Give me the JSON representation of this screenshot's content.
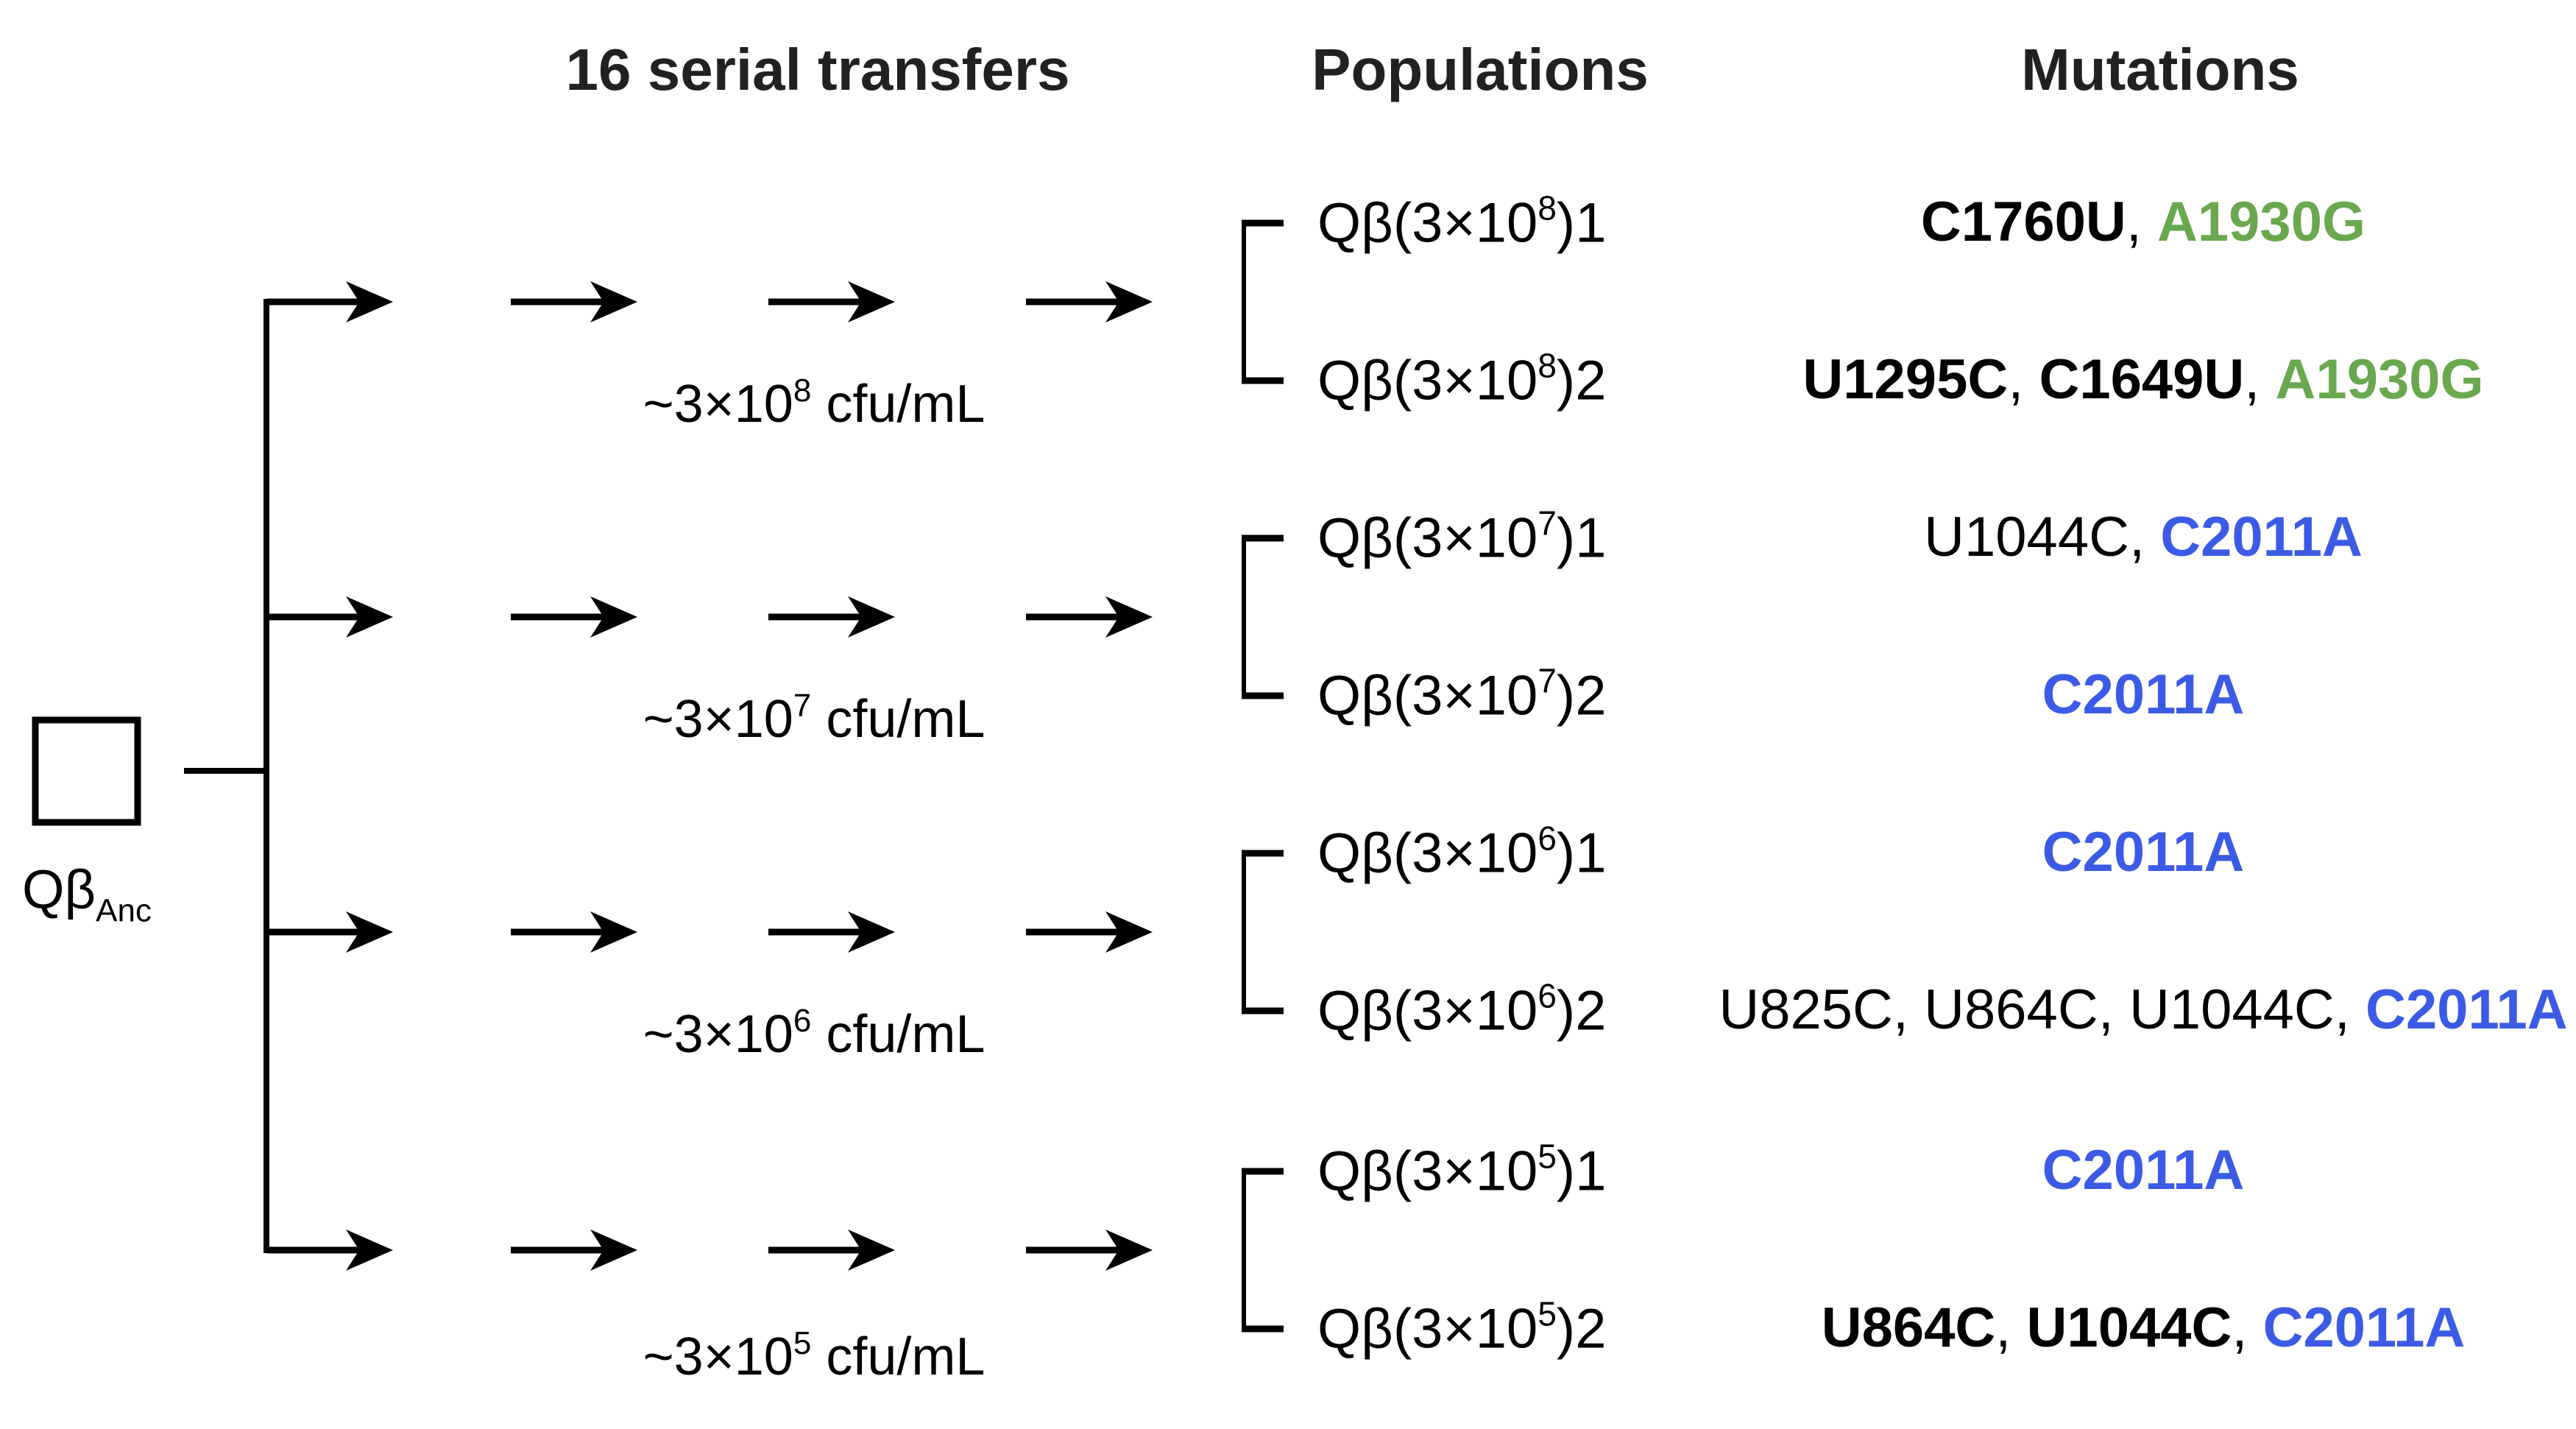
{
  "figure": {
    "headers": {
      "transfers": "16 serial transfers",
      "populations": "Populations",
      "mutations": "Mutations"
    },
    "ancestor": {
      "base": "Qβ",
      "subscript": "Anc"
    },
    "colors": {
      "mutation_green": "#6aa84f",
      "mutation_blue": "#3b5be6",
      "line_black": "#000000"
    },
    "cfu_labels": [
      {
        "prefix": "~3×10",
        "exp": "8",
        "suffix": " cfu/mL"
      },
      {
        "prefix": "~3×10",
        "exp": "7",
        "suffix": " cfu/mL"
      },
      {
        "prefix": "~3×10",
        "exp": "6",
        "suffix": " cfu/mL"
      },
      {
        "prefix": "~3×10",
        "exp": "5",
        "suffix": " cfu/mL"
      }
    ],
    "populations": [
      {
        "prefix": "Qβ(3×10",
        "exp": "8",
        "suffix": ")1"
      },
      {
        "prefix": "Qβ(3×10",
        "exp": "8",
        "suffix": ")2"
      },
      {
        "prefix": "Qβ(3×10",
        "exp": "7",
        "suffix": ")1"
      },
      {
        "prefix": "Qβ(3×10",
        "exp": "7",
        "suffix": ")2"
      },
      {
        "prefix": "Qβ(3×10",
        "exp": "6",
        "suffix": ")1"
      },
      {
        "prefix": "Qβ(3×10",
        "exp": "6",
        "suffix": ")2"
      },
      {
        "prefix": "Qβ(3×10",
        "exp": "5",
        "suffix": ")1"
      },
      {
        "prefix": "Qβ(3×10",
        "exp": "5",
        "suffix": ")2"
      }
    ],
    "mutation_rows": [
      {
        "tokens": [
          {
            "text": "C1760U"
          },
          {
            "text": ", "
          },
          {
            "text": "A1930G"
          }
        ]
      },
      {
        "tokens": [
          {
            "text": "U1295C"
          },
          {
            "text": ", "
          },
          {
            "text": "C1649U"
          },
          {
            "text": ", "
          },
          {
            "text": "A1930G"
          }
        ]
      },
      {
        "tokens": [
          {
            "text": "U1044C"
          },
          {
            "text": ", "
          },
          {
            "text": "C2011A"
          }
        ]
      },
      {
        "tokens": [
          {
            "text": "C2011A"
          }
        ]
      },
      {
        "tokens": [
          {
            "text": "C2011A"
          }
        ]
      },
      {
        "tokens": [
          {
            "text": "U825C"
          },
          {
            "text": ", "
          },
          {
            "text": "U864C"
          },
          {
            "text": ", "
          },
          {
            "text": "U1044C"
          },
          {
            "text": ", "
          },
          {
            "text": "C2011A"
          }
        ]
      },
      {
        "tokens": [
          {
            "text": "C2011A"
          }
        ]
      },
      {
        "tokens": [
          {
            "text": "U864C"
          },
          {
            "text": ", "
          },
          {
            "text": "U1044C"
          },
          {
            "text": ", "
          },
          {
            "text": "C2011A"
          }
        ]
      }
    ]
  }
}
